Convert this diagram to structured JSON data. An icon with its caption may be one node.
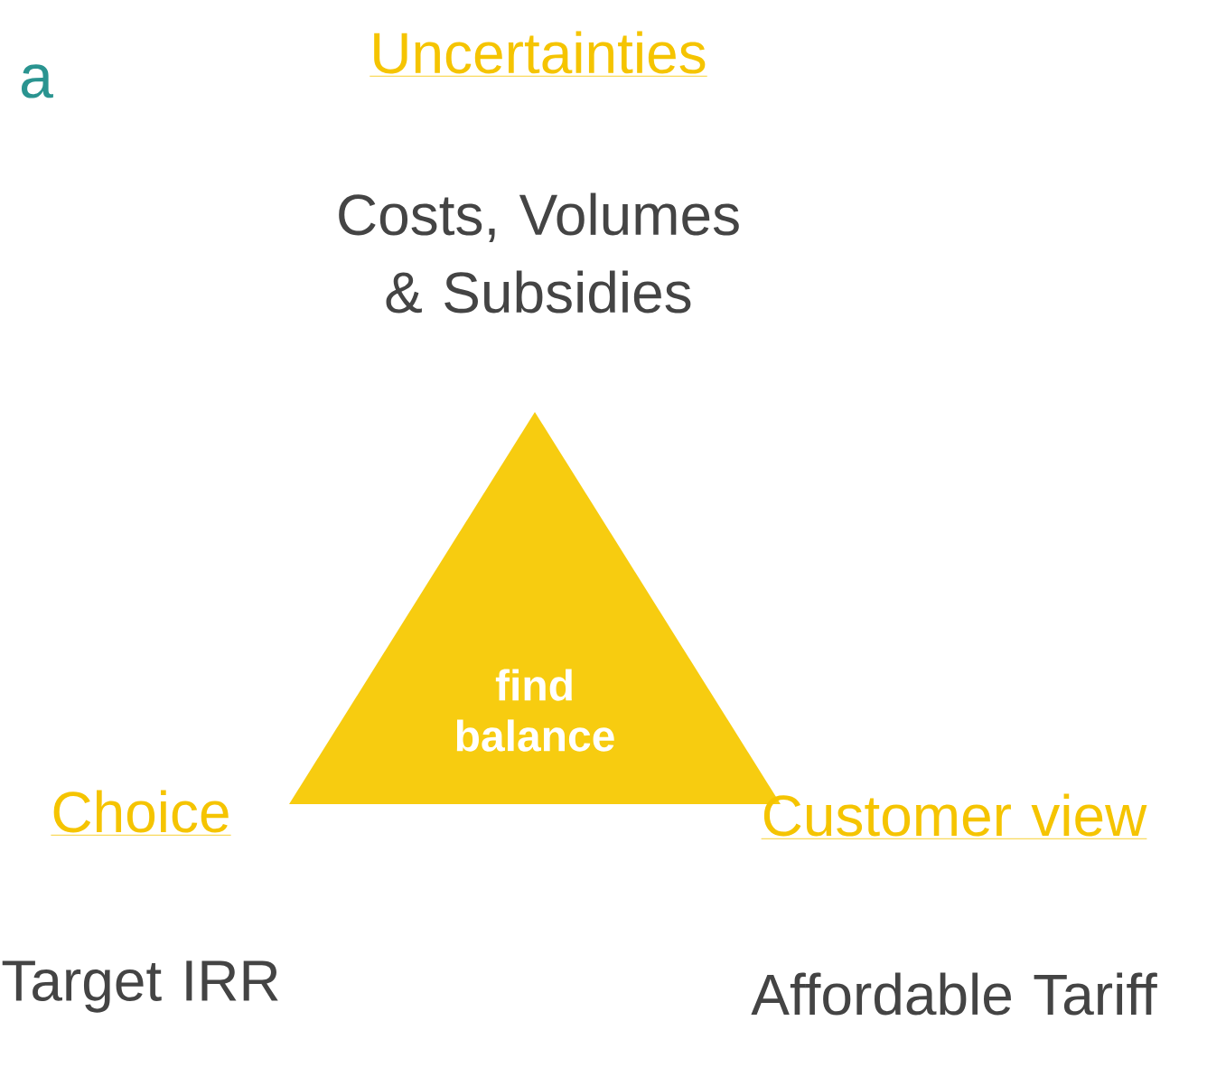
{
  "diagram": {
    "nodes": [
      {
        "text": [
          "find balance"
        ]
      }
    ],
    "labels": [
      "a",
      "Uncertainties",
      "Costs, Volumes & Subsidies",
      "Choice",
      "Target IRR",
      "Customer view",
      "Affordable Tariff"
    ]
  }
}
